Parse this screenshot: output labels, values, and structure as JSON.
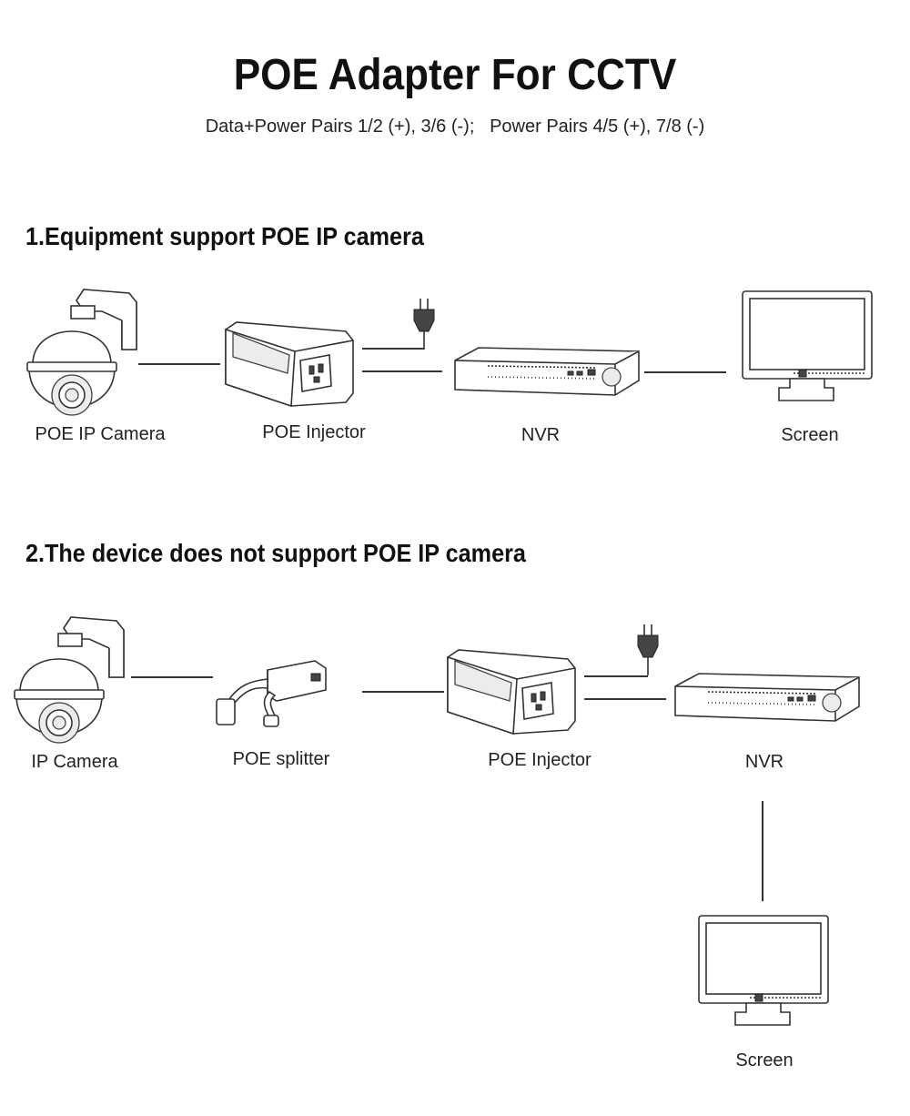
{
  "header": {
    "title": "POE Adapter For CCTV",
    "subtitle": "Data+Power Pairs 1/2 (+), 3/6 (-);   Power Pairs 4/5 (+), 7/8 (-)"
  },
  "section1": {
    "heading": "1.Equipment support POE IP camera",
    "labels": {
      "camera": "POE IP Camera",
      "injector": "POE Injector",
      "nvr": "NVR",
      "screen": "Screen"
    }
  },
  "section2": {
    "heading": "2.The device does not support POE IP camera",
    "labels": {
      "camera": "IP Camera",
      "splitter": "POE splitter",
      "injector": "POE Injector",
      "nvr": "NVR",
      "screen": "Screen"
    }
  },
  "icons": {
    "camera": "ptz-dome-camera-icon",
    "injector": "poe-injector-icon",
    "plug": "power-plug-icon",
    "nvr": "nvr-recorder-icon",
    "monitor": "monitor-screen-icon",
    "splitter": "poe-splitter-icon"
  }
}
